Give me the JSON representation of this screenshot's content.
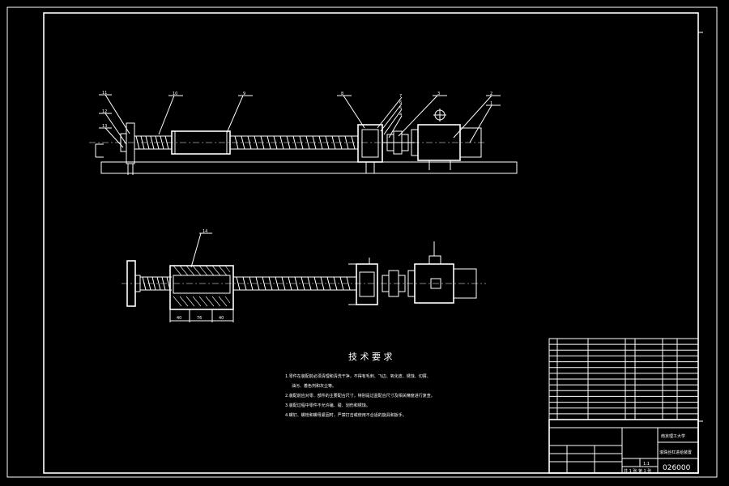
{
  "drawing": {
    "callouts_top": [
      "11",
      "12",
      "13",
      "10",
      "9",
      "8",
      "7",
      "6",
      "5",
      "4",
      "3",
      "2",
      "1"
    ],
    "callouts_bottom": [
      "14"
    ],
    "dimensions": [
      "40",
      "76",
      "40"
    ],
    "requirements": {
      "title": "技 术 要 求",
      "items": [
        "1.零件在装配前必须清理和清洗干净，不得有毛刺、飞边、氧化皮、锈蚀、切屑、",
        "油污、着色剂和灰尘等。",
        "2.装配前应对零、部件的主要配合尺寸，特别是过盈配合尺寸及相关精度进行复查。",
        "3.装配过程中零件不允许磕、碰、划伤和锈蚀。",
        "4.螺钉、螺栓和螺母紧固时，严禁打击或使用不合适的旋具和扳手。"
      ]
    },
    "title_block": {
      "company": "南京理工大学",
      "drawing_name": "滚珠丝杠进给装置",
      "drawing_number": "026000",
      "scale": "1:1",
      "sheet": "共 1 张 第 1 张"
    }
  },
  "colors": {
    "background": "#000000",
    "line": "#ffffff"
  }
}
